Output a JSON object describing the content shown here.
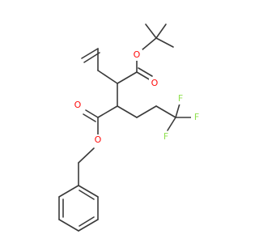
{
  "molecule": {
    "atoms": {
      "o_ether_tbu": "O",
      "o_carbonyl_tbu": "O",
      "o_carbonyl_bn": "O",
      "o_ether_bn": "O",
      "f_top": "F",
      "f_left": "F",
      "f_bottom": "F"
    },
    "colors": {
      "bond": "#3a3a3a",
      "oxygen": "#ff0d0d",
      "fluorine": "#90e050"
    }
  }
}
